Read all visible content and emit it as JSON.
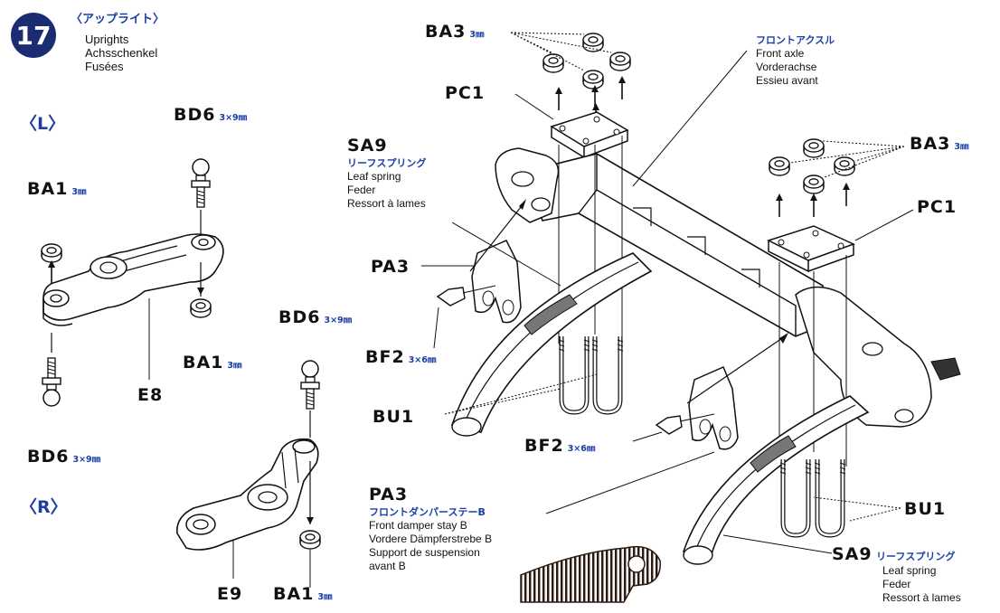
{
  "step": {
    "number": "17",
    "title_jp": "〈アップライト〉",
    "title_lines": [
      "Uprights",
      "Achsschenkel",
      "Fusées"
    ]
  },
  "sides": {
    "left": "〈L〉",
    "right": "〈R〉"
  },
  "parts": {
    "bd6_top": {
      "code": "BD6",
      "dim": "3×9㎜"
    },
    "ba1_left": {
      "code": "BA1",
      "dim": "3㎜"
    },
    "ba1_mid": {
      "code": "BA1",
      "dim": "3㎜"
    },
    "e8": {
      "code": "E8"
    },
    "bd6_bottom": {
      "code": "BD6",
      "dim": "3×9㎜"
    },
    "bd6_right": {
      "code": "BD6",
      "dim": "3×9㎜"
    },
    "e9": {
      "code": "E9"
    },
    "ba1_bottom": {
      "code": "BA1",
      "dim": "3㎜"
    },
    "ba3_top": {
      "code": "BA3",
      "dim": "3㎜"
    },
    "pc1_top": {
      "code": "PC1"
    },
    "sa9_top": {
      "code": "SA9",
      "jp": "リーフスプリング",
      "lines": [
        "Leaf spring",
        "Feder",
        "Ressort à lames"
      ]
    },
    "pa3_top": {
      "code": "PA3"
    },
    "bf2_top": {
      "code": "BF2",
      "dim": "3×6㎜"
    },
    "bu1_top": {
      "code": "BU1"
    },
    "front_axle": {
      "jp": "フロントアクスル",
      "lines": [
        "Front axle",
        "Vorderachse",
        "Essieu avant"
      ]
    },
    "ba3_right": {
      "code": "BA3",
      "dim": "3㎜"
    },
    "pc1_right": {
      "code": "PC1"
    },
    "bf2_bottom": {
      "code": "BF2",
      "dim": "3×6㎜"
    },
    "pa3_bottom": {
      "code": "PA3",
      "jp": "フロントダンパーステーB",
      "lines": [
        "Front damper stay B",
        "Vordere Dämpferstrebe B",
        "Support de suspension",
        "avant B"
      ]
    },
    "bu1_bottom": {
      "code": "BU1"
    },
    "sa9_bottom": {
      "code": "SA9",
      "jp": "リーフスプリング",
      "lines": [
        "Leaf spring",
        "Feder",
        "Ressort à lames"
      ]
    }
  }
}
